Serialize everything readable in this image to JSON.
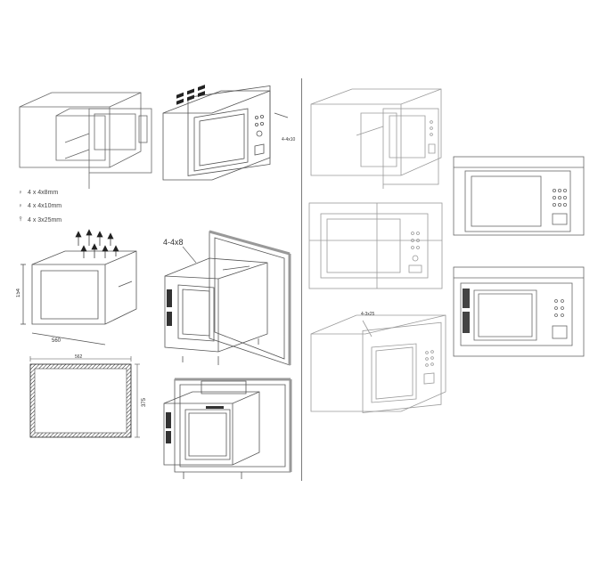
{
  "labels": {
    "screw_left": "4-4x10",
    "screw_top": "4-4x8",
    "screw_right": "4-3x25",
    "dim_height_cabinet": "154",
    "dim_width_cabinet": "560",
    "dim_width_cutout": "562",
    "dim_height_cutout": "375"
  },
  "legend": [
    {
      "glyph": "♀",
      "text": "4 x 4x8mm",
      "icon": "screw-round-icon"
    },
    {
      "glyph": "♀",
      "text": "4 x 4x10mm",
      "icon": "screw-flat-icon"
    },
    {
      "glyph": "⫯",
      "text": "4 x 3x25mm",
      "icon": "wood-screw-icon"
    }
  ],
  "colors": {
    "line": "#555555",
    "light_line": "#9a9a9a",
    "hatch": "#2a2a2a"
  }
}
